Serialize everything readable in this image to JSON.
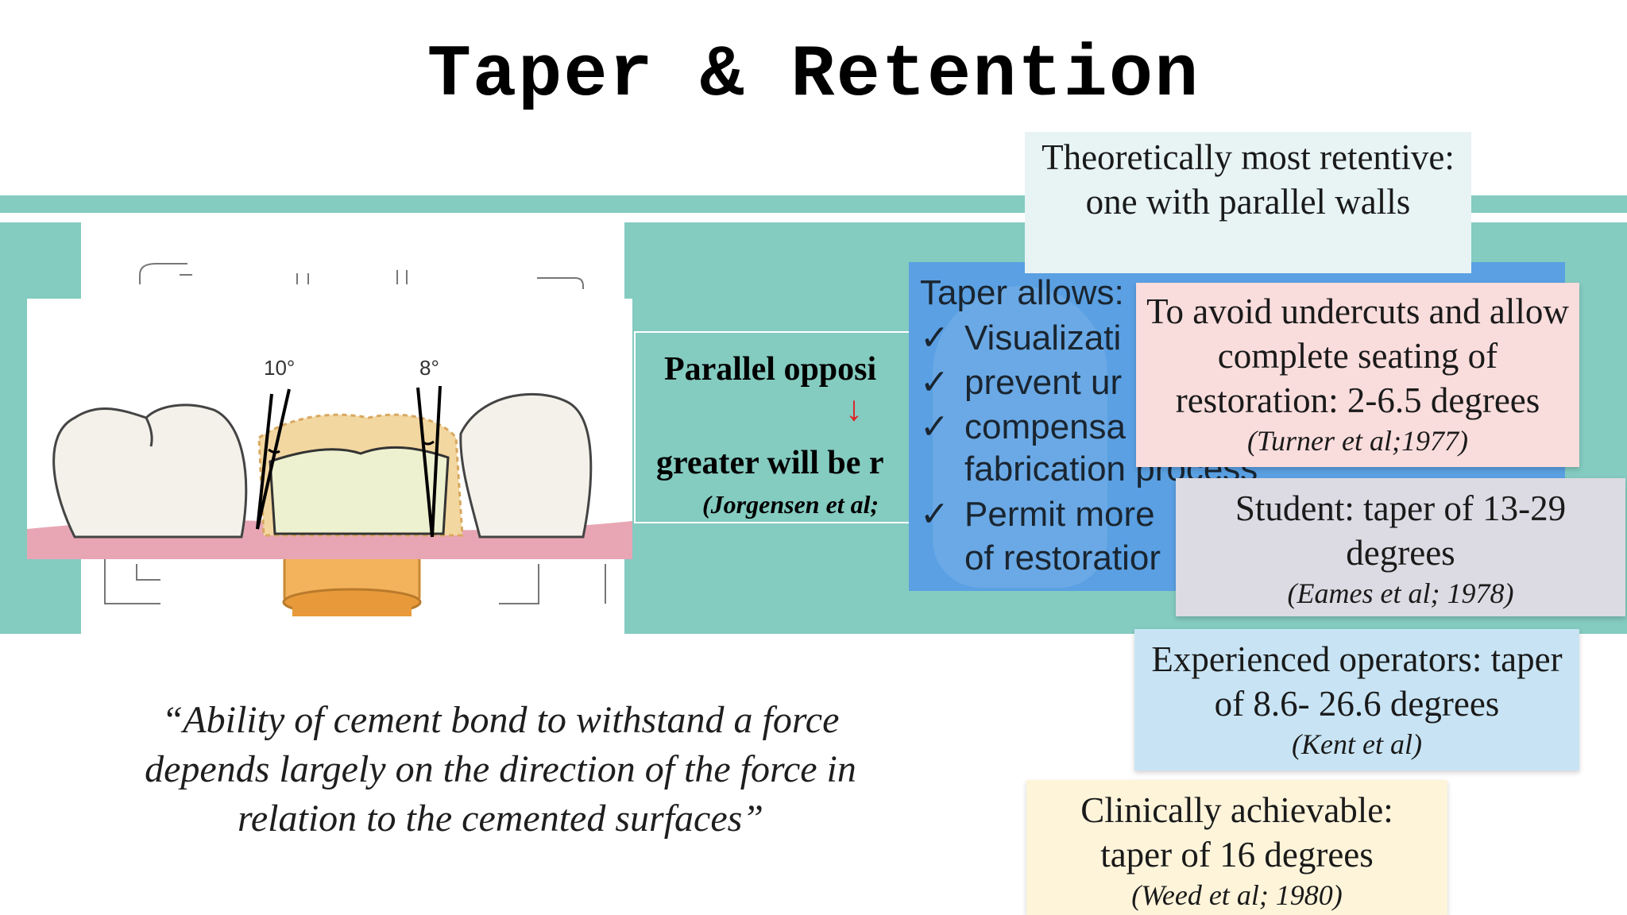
{
  "title": "Taper & Retention",
  "diagram": {
    "angle_left": "10°",
    "angle_right": "8°"
  },
  "parallel_box": {
    "line1": "Parallel opposi",
    "arrow": "↓",
    "line2": "greater will be r",
    "citation": "(Jorgensen et al;"
  },
  "taper_box": {
    "heading": "Taper allows:",
    "items": [
      "Visualizati",
      "prevent ur",
      "compensa",
      "fabrication process",
      "Permit more",
      "of restoratior"
    ],
    "check": "✓"
  },
  "notes": {
    "theoretical": {
      "text": "Theoretically most retentive: one with parallel walls"
    },
    "undercuts": {
      "text": "To avoid undercuts and allow complete seating of restoration: 2-6.5 degrees",
      "citation": "(Turner et al;1977)"
    },
    "student": {
      "text": "Student: taper of 13-29 degrees",
      "citation": "(Eames et al; 1978)"
    },
    "experienced": {
      "text": "Experienced operators: taper of 8.6- 26.6 degrees",
      "citation": "(Kent et al)"
    },
    "clinical": {
      "text": "Clinically achievable: taper of 16 degrees",
      "citation": "(Weed et al; 1980)"
    }
  },
  "quote": "“Ability of cement bond to withstand a force depends largely on the direction of the force in relation to the cemented surfaces”",
  "colors": {
    "teal": "#84cbc0",
    "blue": "#5aa0e3",
    "pink": "#f9dcdc",
    "grey": "#dcdae2",
    "lightblue": "#c8e4f4",
    "cream": "#fdf4da"
  }
}
